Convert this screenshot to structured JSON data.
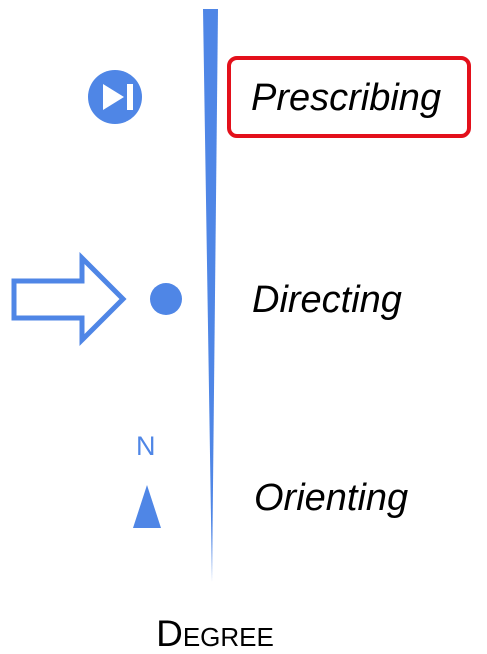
{
  "diagram": {
    "levels": [
      {
        "label": "Prescribing",
        "icon": "play-skip-icon",
        "highlighted": true
      },
      {
        "label": "Directing",
        "icon": "arrow-dot-icon",
        "highlighted": false
      },
      {
        "label": "Orienting",
        "icon": "north-arrow-icon",
        "highlighted": false
      }
    ],
    "north_label": "N",
    "axis_label": "Degree",
    "colors": {
      "accent": "#4f86e6",
      "highlight": "#e3101b",
      "text": "#000000"
    }
  }
}
